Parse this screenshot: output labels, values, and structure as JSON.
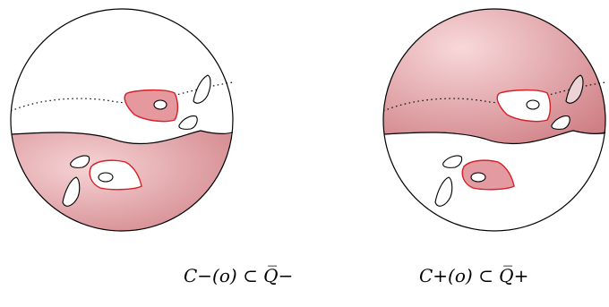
{
  "figure": {
    "left_panel": {
      "caption": "C−(o) ⊂ Q̅−",
      "shaded_region": "lower hemisphere"
    },
    "right_panel": {
      "caption": "C+(o) ⊂ Q̅+",
      "shaded_region": "upper hemisphere"
    }
  },
  "colors": {
    "shade_light": "#f6d3d5",
    "shade_dark": "#cf7f85",
    "highlight_stroke": "#d81f26",
    "outline": "#000000"
  }
}
